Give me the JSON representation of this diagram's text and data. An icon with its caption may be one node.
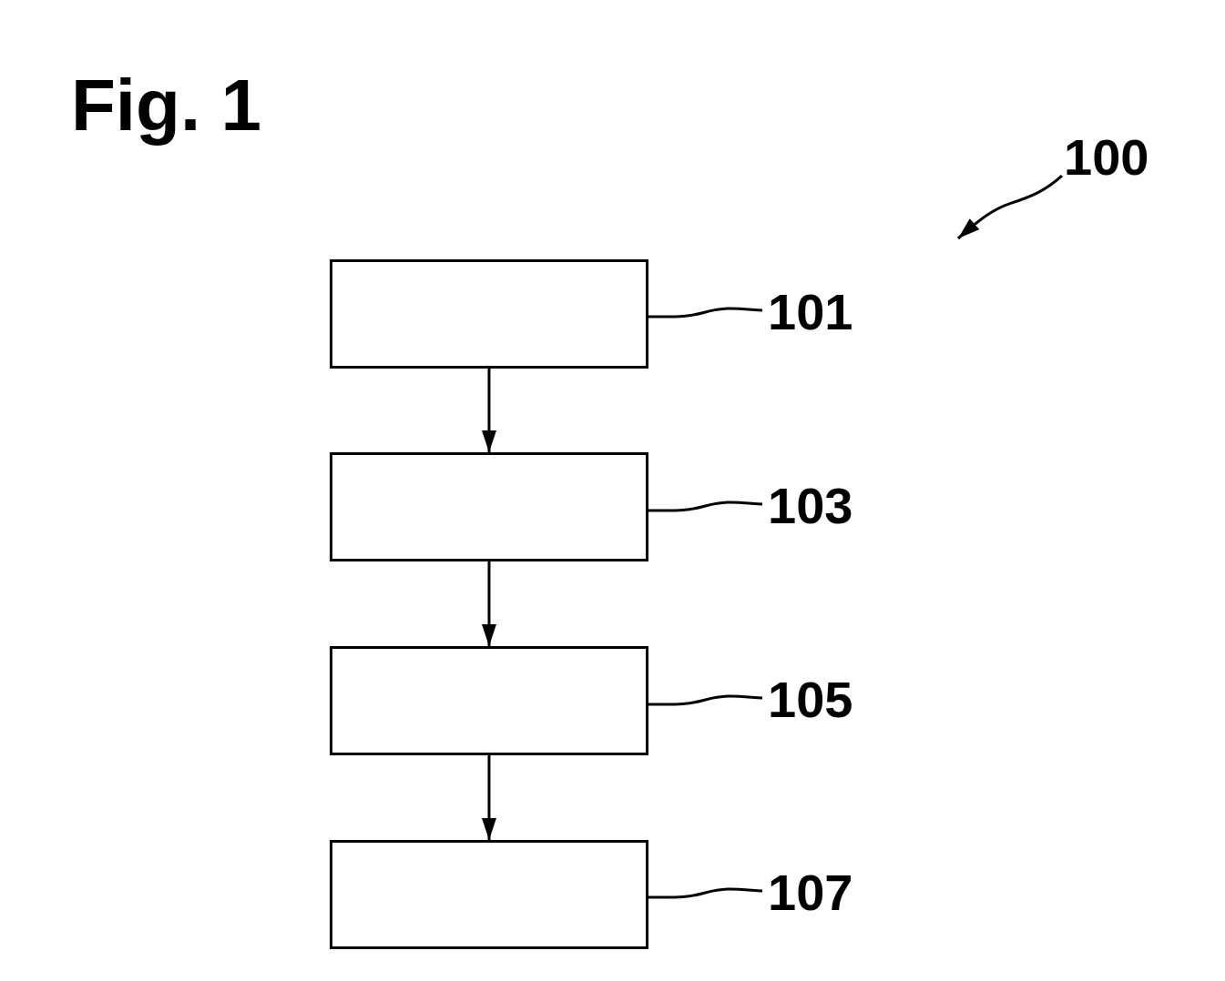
{
  "diagram": {
    "title": "Fig. 1",
    "nodes": [
      {
        "text": [
          "100"
        ]
      },
      {
        "text": [],
        "shape": "box"
      },
      {
        "text": [
          "101"
        ]
      },
      {
        "text": [],
        "shape": "box"
      },
      {
        "text": [
          "103"
        ]
      },
      {
        "text": [],
        "shape": "box"
      },
      {
        "text": [
          "105"
        ]
      },
      {
        "text": [],
        "shape": "box"
      },
      {
        "text": [
          "107"
        ]
      }
    ],
    "edges": [
      {
        "from": 0,
        "to": null,
        "arrow": "to"
      },
      {
        "from": 2,
        "to": 1,
        "arrow": "none"
      },
      {
        "from": 1,
        "to": 3,
        "arrow": "to"
      },
      {
        "from": 4,
        "to": 3,
        "arrow": "none"
      },
      {
        "from": 3,
        "to": 5,
        "arrow": "to"
      },
      {
        "from": 6,
        "to": 5,
        "arrow": "none"
      },
      {
        "from": 5,
        "to": 7,
        "arrow": "to"
      },
      {
        "from": 8,
        "to": 7,
        "arrow": "none"
      }
    ]
  }
}
